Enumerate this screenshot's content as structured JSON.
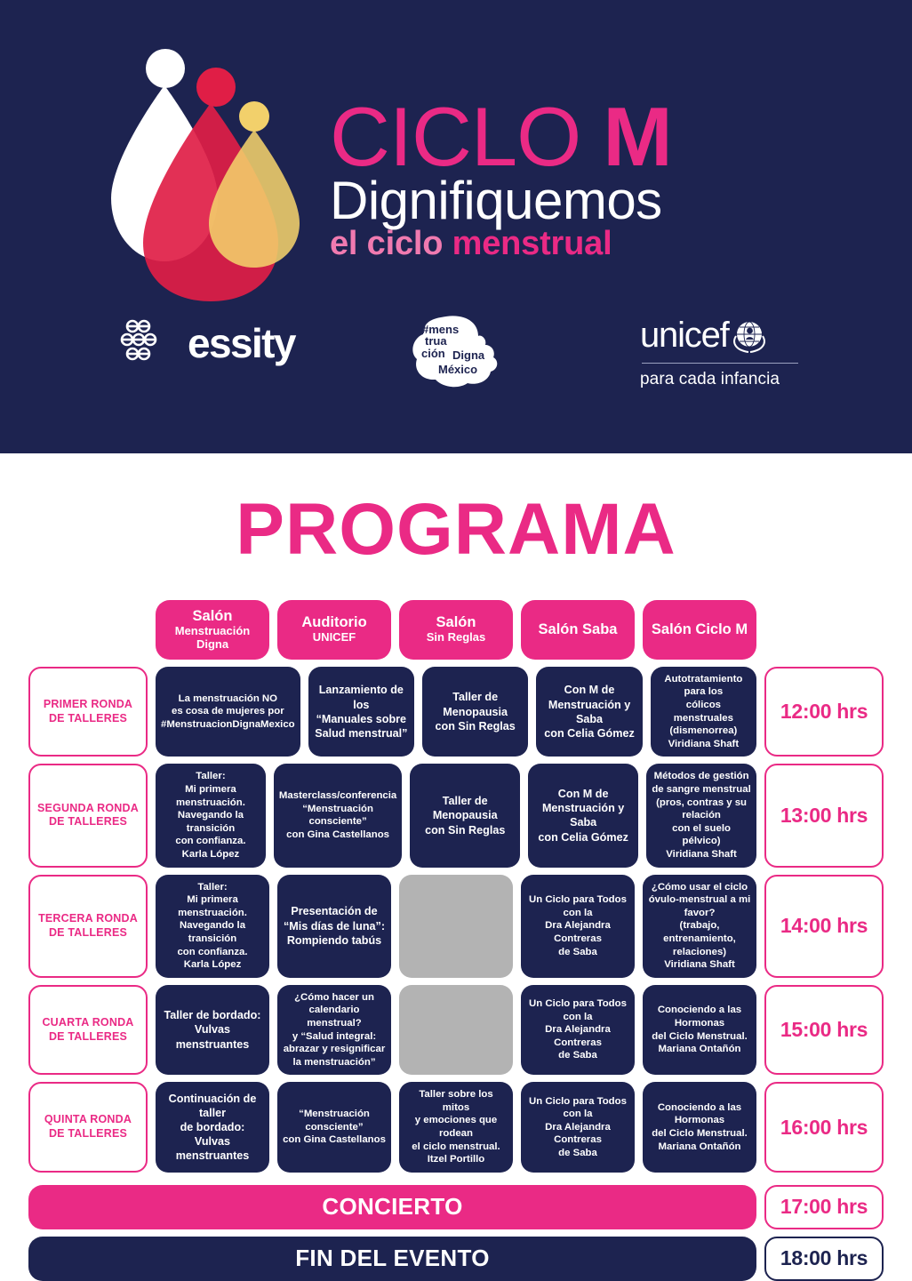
{
  "header": {
    "logo_icon": "droplet-trio-icon",
    "wordmark": {
      "line1_light": "CICLO ",
      "line1_bold": "M",
      "line2": "Dignifiquemos",
      "line3_light": "el ciclo ",
      "line3_bold": "menstrual"
    },
    "sponsors": {
      "essity": {
        "name": "essity",
        "icon": "essity-logo-icon"
      },
      "menstruacion_digna": {
        "icon": "menstruacion-digna-mexico-logo-icon",
        "alt": "#MenstruaciónDignaMéxico"
      },
      "unicef": {
        "name": "unicef",
        "tagline": "para cada infancia",
        "icon": "unicef-emblem-icon"
      }
    }
  },
  "page_title": "PROGRAMA",
  "colors": {
    "pink": "#ea2a85",
    "light_pink": "#f07ab0",
    "navy": "#1d2350",
    "gray": "#b3b3b3",
    "white": "#ffffff"
  },
  "table": {
    "column_headers": [
      {
        "title": "Salón",
        "sub": "Menstruación Digna"
      },
      {
        "title": "Auditorio",
        "sub": "UNICEF"
      },
      {
        "title": "Salón",
        "sub": "Sin Reglas"
      },
      {
        "title": "Salón Saba",
        "sub": ""
      },
      {
        "title": "Salón Ciclo M",
        "sub": ""
      }
    ],
    "rows": [
      {
        "round": "PRIMER RONDA\nDE TALLERES",
        "time": "12:00 hrs",
        "cells": [
          {
            "text": "La menstruación NO\nes cosa de mujeres por\n#MenstruacionDignaMexico",
            "state": "filled",
            "small": true
          },
          {
            "text": "Lanzamiento de los\n“Manuales sobre\nSalud menstrual”",
            "state": "filled",
            "small": false
          },
          {
            "text": "Taller de Menopausia\ncon Sin Reglas",
            "state": "filled",
            "small": false
          },
          {
            "text": "Con M de\nMenstruación y Saba\ncon Celia Gómez",
            "state": "filled",
            "small": false
          },
          {
            "text": "Autotratamiento para los\ncólicos menstruales\n(dismenorrea)\nViridiana Shaft",
            "state": "filled",
            "small": true
          }
        ]
      },
      {
        "round": "SEGUNDA RONDA\nDE TALLERES",
        "time": "13:00 hrs",
        "cells": [
          {
            "text": "Taller:\nMi primera menstruación.\nNavegando la transición\ncon confianza.\nKarla López",
            "state": "filled",
            "small": true
          },
          {
            "text": "Masterclass/conferencia\n“Menstruación consciente”\ncon Gina Castellanos",
            "state": "filled",
            "small": true
          },
          {
            "text": "Taller de Menopausia\ncon Sin Reglas",
            "state": "filled",
            "small": false
          },
          {
            "text": "Con M de\nMenstruación y Saba\ncon Celia Gómez",
            "state": "filled",
            "small": false
          },
          {
            "text": "Métodos de gestión\nde sangre menstrual\n(pros, contras y su relación\ncon el suelo pélvico)\nViridiana Shaft",
            "state": "filled",
            "small": true
          }
        ]
      },
      {
        "round": "TERCERA RONDA\nDE TALLERES",
        "time": "14:00 hrs",
        "cells": [
          {
            "text": "Taller:\nMi primera menstruación.\nNavegando la transición\ncon confianza.\nKarla López",
            "state": "filled",
            "small": true
          },
          {
            "text": "Presentación de\n“Mis días de luna”:\nRompiendo tabús",
            "state": "filled",
            "small": false
          },
          {
            "text": "",
            "state": "empty",
            "small": false
          },
          {
            "text": "Un Ciclo para Todos\ncon la\nDra Alejandra Contreras\nde Saba",
            "state": "filled",
            "small": true
          },
          {
            "text": "¿Cómo usar el ciclo\nóvulo-menstrual a mi favor?\n(trabajo, entrenamiento,\nrelaciones)\nViridiana Shaft",
            "state": "filled",
            "small": true
          }
        ]
      },
      {
        "round": "CUARTA RONDA\nDE TALLERES",
        "time": "15:00 hrs",
        "cells": [
          {
            "text": "Taller de bordado:\nVulvas menstruantes",
            "state": "filled",
            "small": false
          },
          {
            "text": "¿Cómo hacer un\ncalendario menstrual?\ny “Salud integral:\nabrazar y resignificar\nla menstruación”",
            "state": "filled",
            "small": true
          },
          {
            "text": "",
            "state": "empty",
            "small": false
          },
          {
            "text": "Un Ciclo para Todos\ncon la\nDra Alejandra Contreras\nde Saba",
            "state": "filled",
            "small": true
          },
          {
            "text": "Conociendo a las\nHormonas\ndel Ciclo Menstrual.\nMariana Ontañón",
            "state": "filled",
            "small": true
          }
        ]
      },
      {
        "round": "QUINTA RONDA\nDE TALLERES",
        "time": "16:00 hrs",
        "cells": [
          {
            "text": "Continuación de taller\nde bordado:\nVulvas menstruantes",
            "state": "filled",
            "small": false
          },
          {
            "text": "“Menstruación consciente”\ncon Gina Castellanos",
            "state": "filled",
            "small": true
          },
          {
            "text": "Taller sobre los mitos\ny emociones que rodean\nel ciclo menstrual.\nItzel Portillo",
            "state": "filled",
            "small": true
          },
          {
            "text": "Un Ciclo para Todos\ncon la\nDra Alejandra Contreras\nde Saba",
            "state": "filled",
            "small": true
          },
          {
            "text": "Conociendo a las\nHormonas\ndel Ciclo Menstrual.\nMariana Ontañón",
            "state": "filled",
            "small": true
          }
        ]
      }
    ],
    "banners": [
      {
        "label": "CONCIERTO",
        "time": "17:00 hrs",
        "style": "pink"
      },
      {
        "label": "FIN DEL EVENTO",
        "time": "18:00 hrs",
        "style": "navy"
      }
    ]
  }
}
